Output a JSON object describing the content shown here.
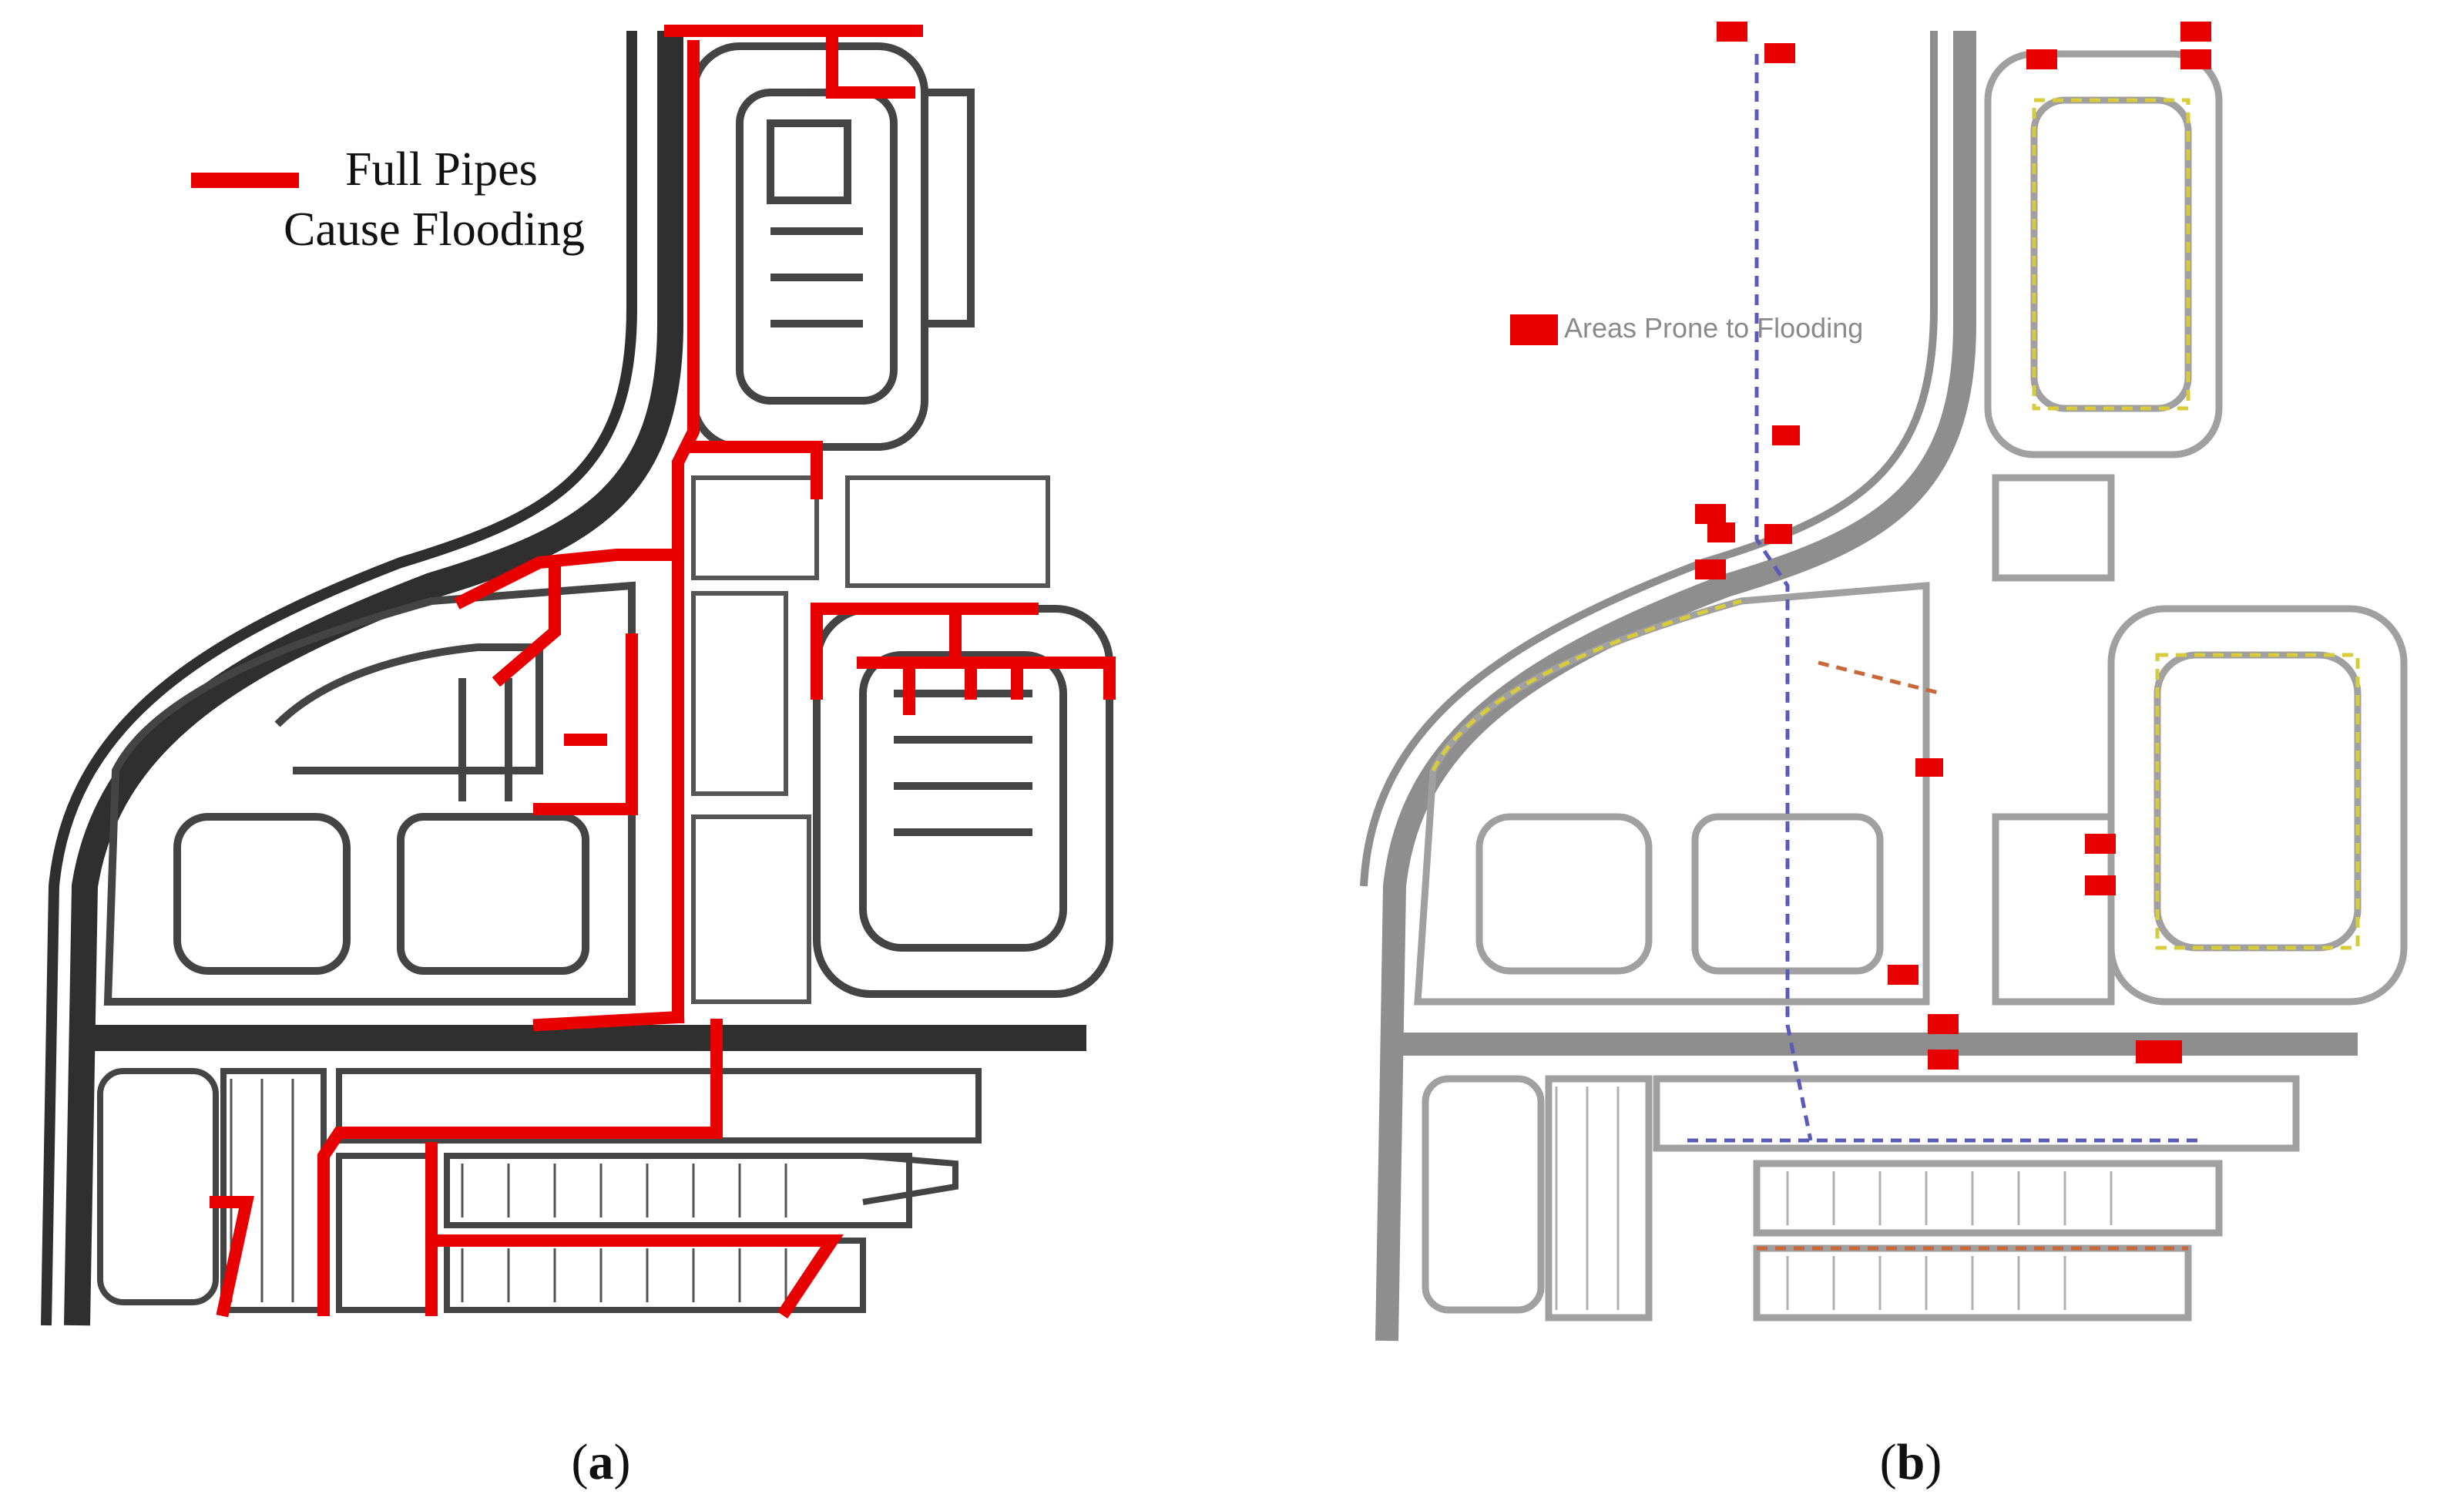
{
  "panel_a": {
    "legend_line1": "Full Pipes",
    "legend_line2": "Cause Flooding",
    "caption_letter": "a",
    "colors": {
      "road": "#2f2f2f",
      "lot": "#444444",
      "pipe": "#e80000",
      "bg": "#ffffff"
    }
  },
  "panel_b": {
    "legend_label": "Areas Prone to Flooding",
    "caption_letter": "b",
    "colors": {
      "road": "#8e8e8e",
      "lot": "#a0a0a0",
      "marker": "#e80000",
      "dashed_yellow": "#d8cc3a",
      "dashed_blue": "#5a5ab8",
      "dashed_orange": "#c8683a"
    }
  }
}
